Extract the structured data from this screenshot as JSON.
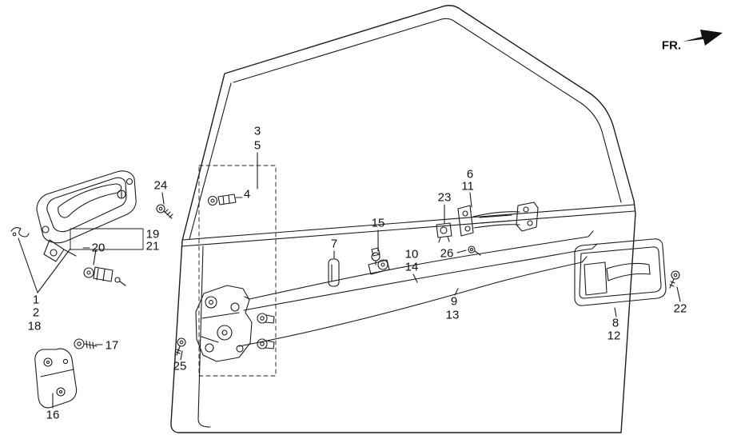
{
  "labels": {
    "n1": "1",
    "n2": "2",
    "n3": "3",
    "n4": "4",
    "n5": "5",
    "n6": "6",
    "n7": "7",
    "n8": "8",
    "n9": "9",
    "n10": "10",
    "n11": "11",
    "n12": "12",
    "n13": "13",
    "n14": "14",
    "n15": "15",
    "n16": "16",
    "n17": "17",
    "n18": "18",
    "n19": "19",
    "n20": "20",
    "n21": "21",
    "n22": "22",
    "n23": "23",
    "n24": "24",
    "n25": "25",
    "n26": "26"
  },
  "direction": {
    "fr_label": "FR."
  }
}
